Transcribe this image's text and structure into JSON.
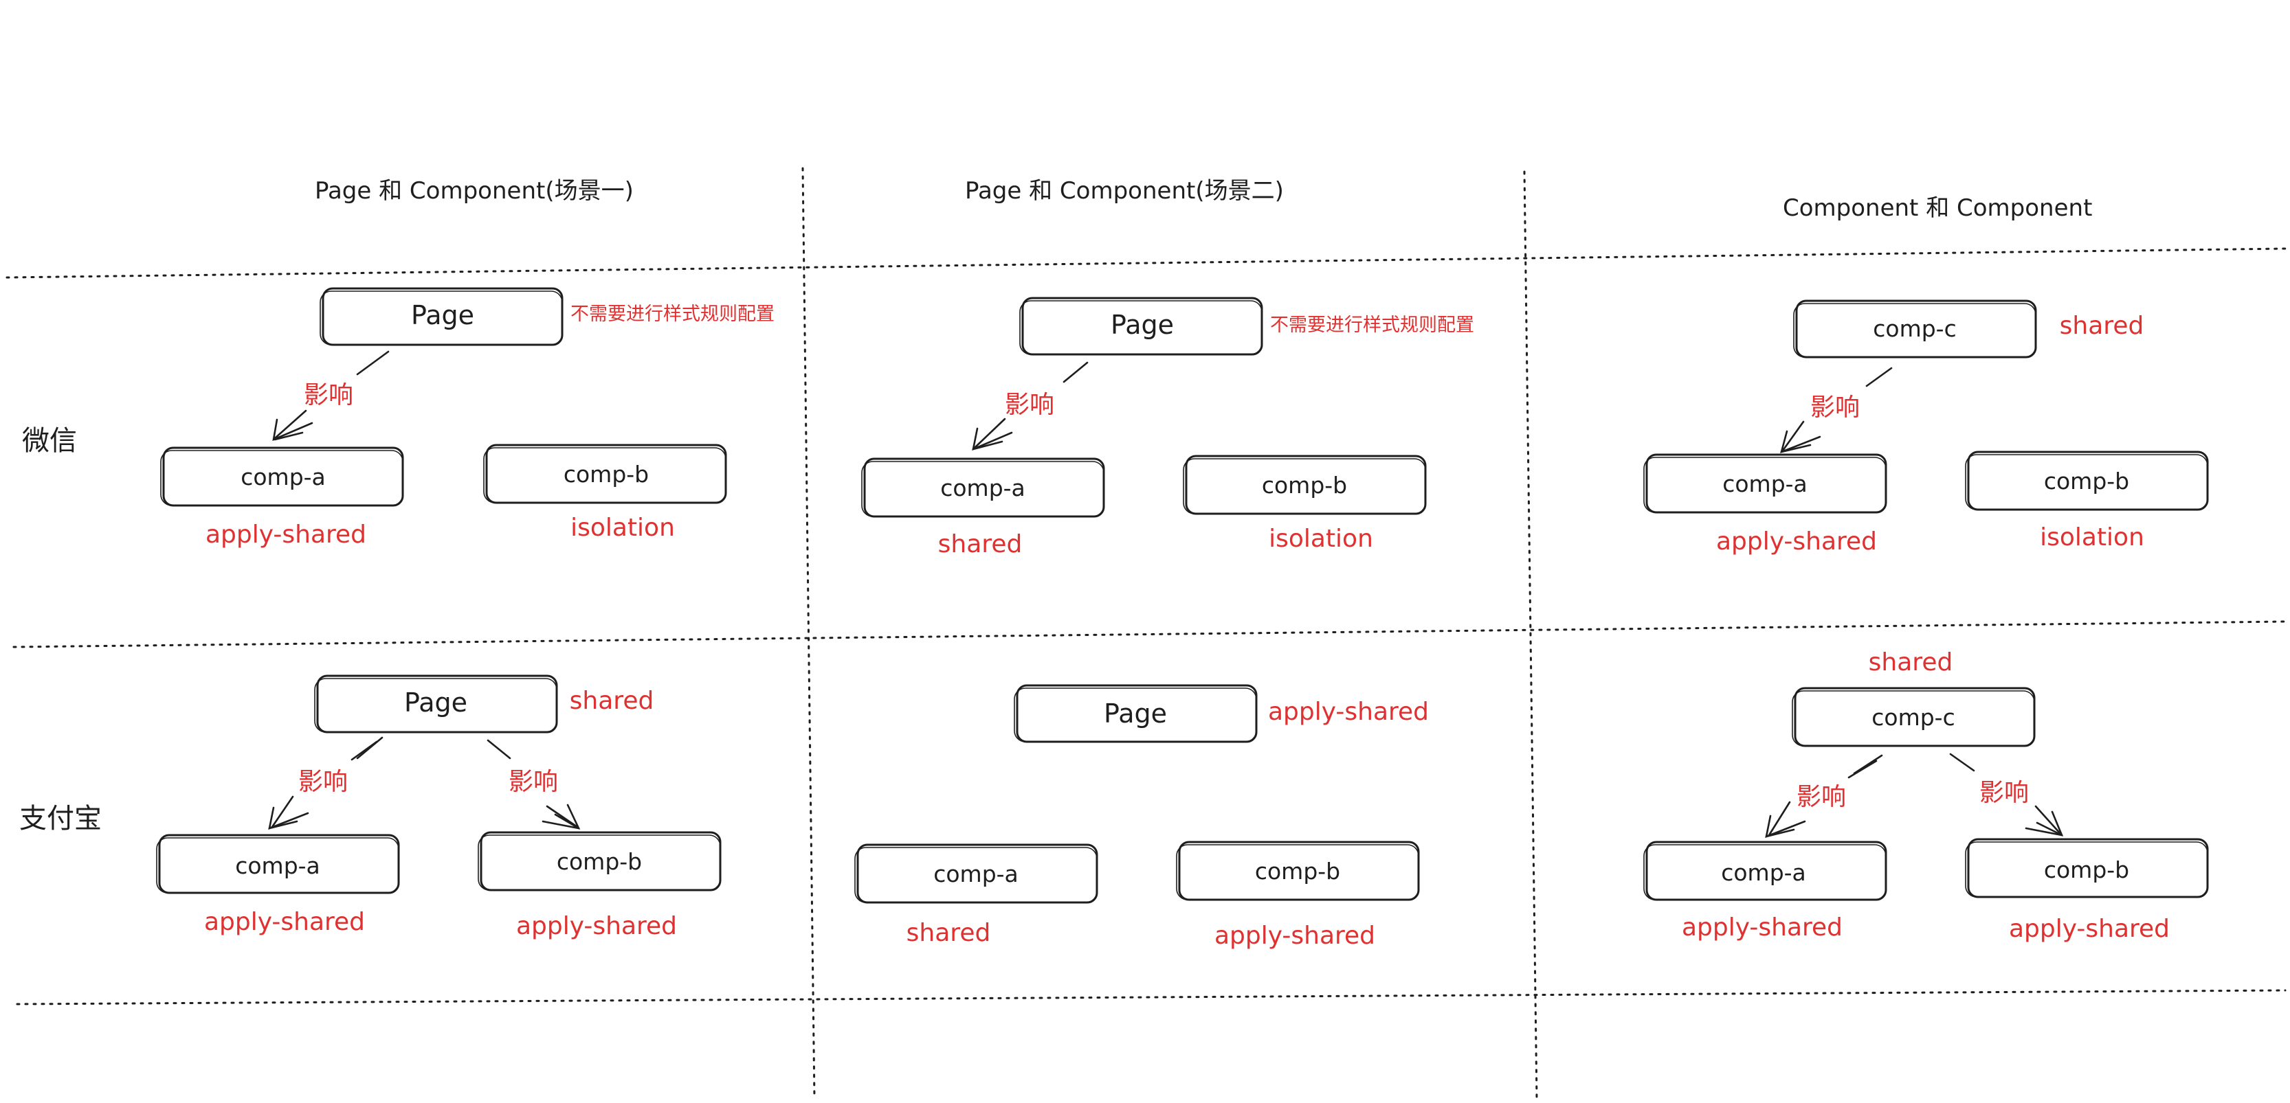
{
  "columns": [
    {
      "title": "Page 和 Component(场景一)"
    },
    {
      "title": "Page 和 Component(场景二)"
    },
    {
      "title": "Component 和 Component"
    }
  ],
  "rows": [
    {
      "label": "微信"
    },
    {
      "label": "支付宝"
    }
  ],
  "edge_label": "影响",
  "no_config_note": "不需要进行样式规则配置",
  "nodes": {
    "page": "Page",
    "comp_a": "comp-a",
    "comp_b": "comp-b",
    "comp_c": "comp-c"
  },
  "cells": {
    "r1c1": {
      "a_label": "apply-shared",
      "b_label": "isolation"
    },
    "r1c2": {
      "a_label": "shared",
      "b_label": "isolation"
    },
    "r1c3": {
      "c_label": "shared",
      "a_label": "apply-shared",
      "b_label": "isolation"
    },
    "r2c1": {
      "page_label": "shared",
      "a_label": "apply-shared",
      "b_label": "apply-shared"
    },
    "r2c2": {
      "page_label": "apply-shared",
      "a_label": "shared",
      "b_label": "apply-shared"
    },
    "r2c3": {
      "c_label": "shared",
      "a_label": "apply-shared",
      "b_label": "apply-shared"
    }
  },
  "colors": {
    "ink": "#1e1e1e",
    "accent_red": "#e03131",
    "background": "#ffffff"
  }
}
